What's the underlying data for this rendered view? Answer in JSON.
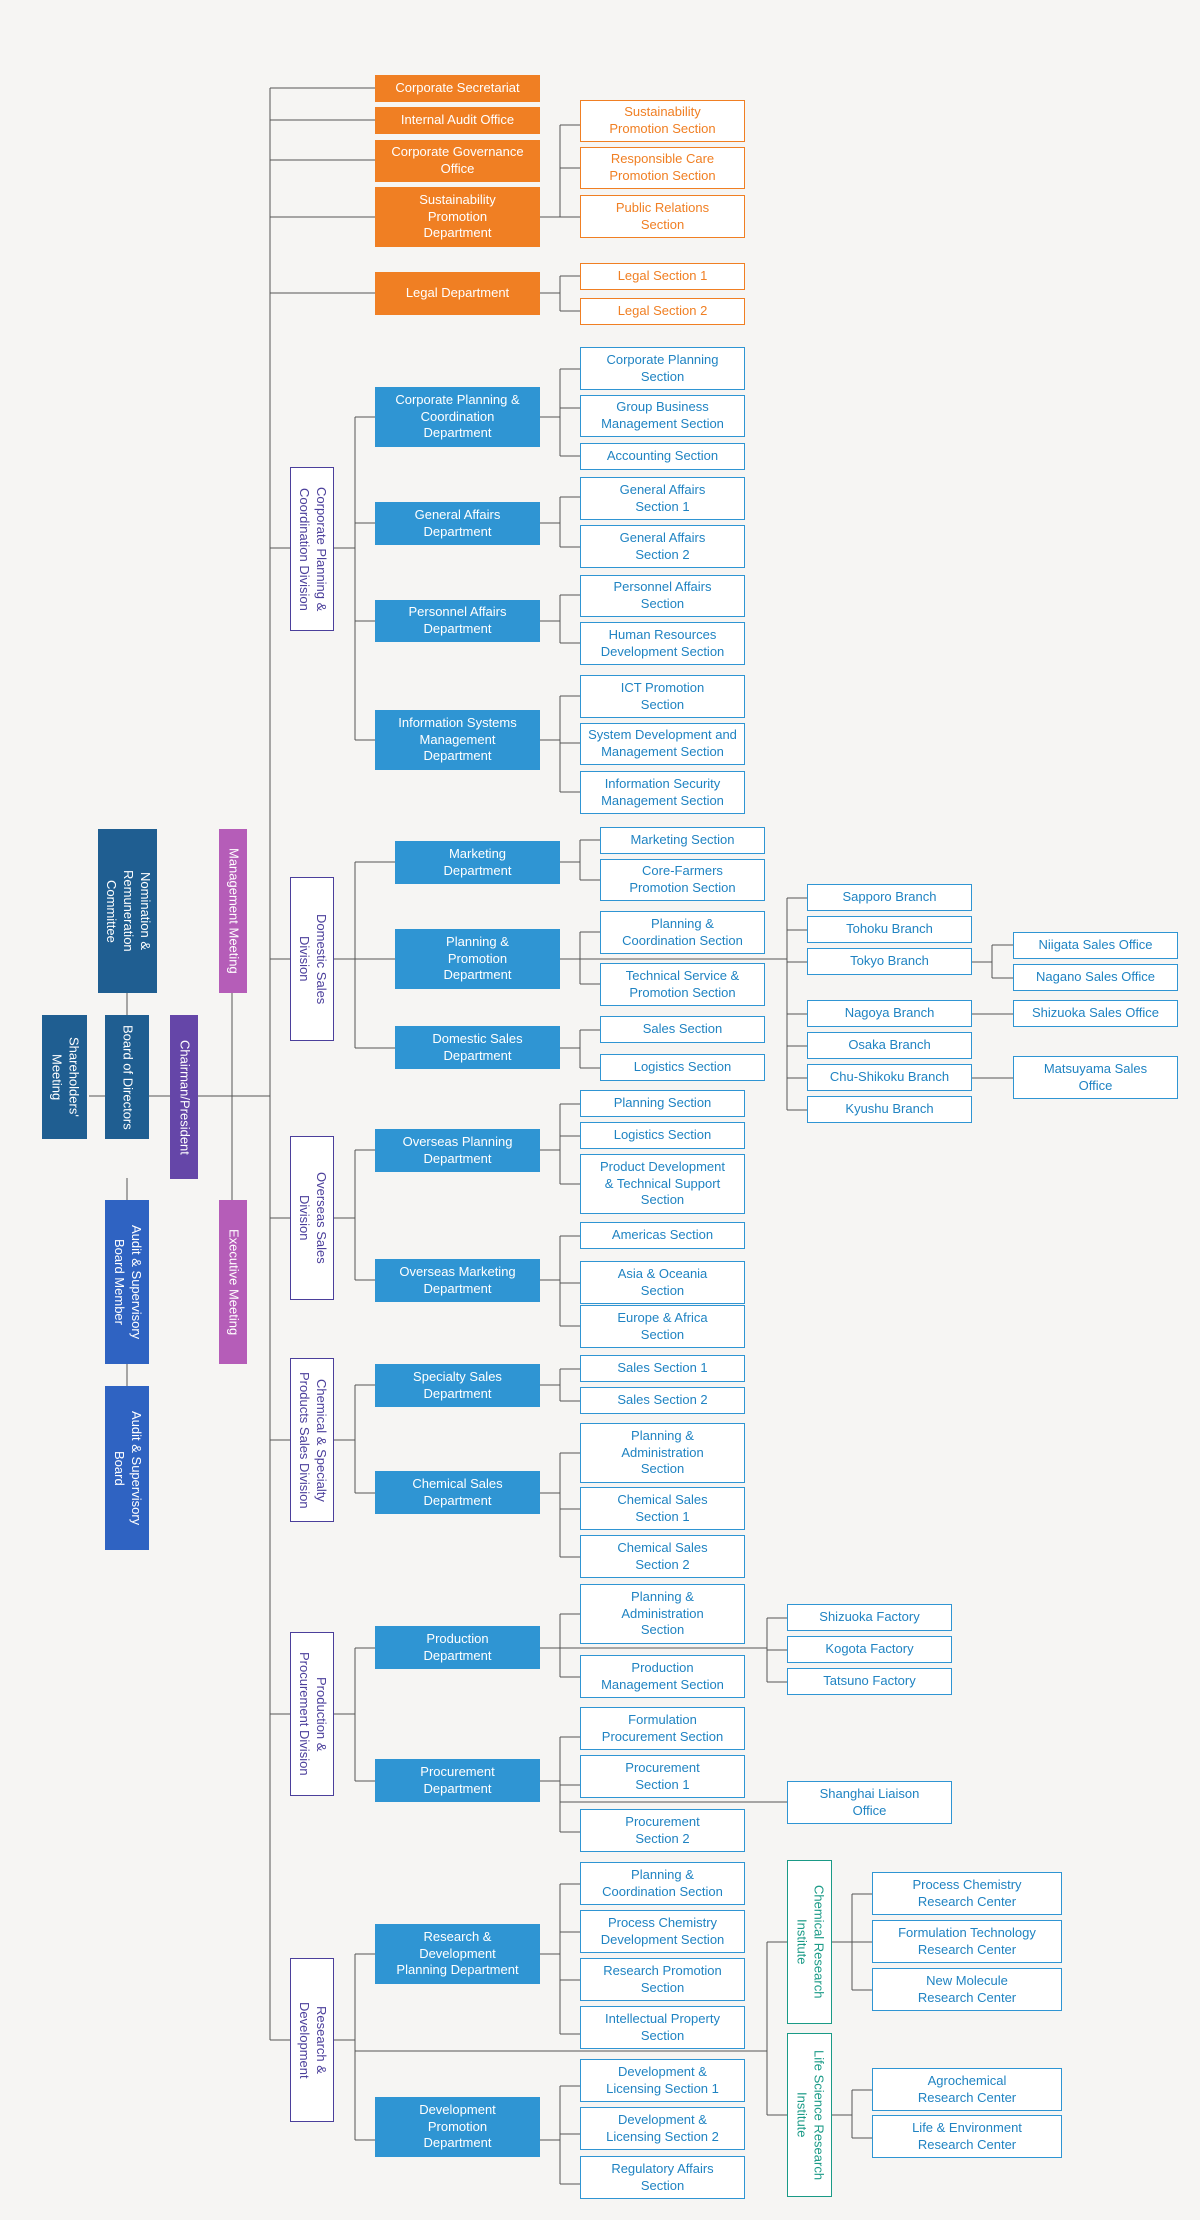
{
  "colors": {
    "orange": "#f07f23",
    "blue": "#2f95d3",
    "navy": "#1f5e91",
    "royal_blue": "#2f63c2",
    "magenta": "#b55db8",
    "violet": "#6546a8",
    "division_outline": "#4b3f9b",
    "research_green": "#1a9a86",
    "line": "#555555"
  },
  "boxes": [
    {
      "id": "shareholders",
      "text": "Shareholders'\nMeeting",
      "style": "fn vt"
    },
    {
      "id": "board-directors",
      "text": "Board of Directors",
      "style": "fn vt"
    },
    {
      "id": "nomination",
      "text": "Nomination &\nRemuneration\nCommittee",
      "style": "fn vt"
    },
    {
      "id": "audit-member",
      "text": "Audit & Supervisory\nBoard Member",
      "style": "fr vt"
    },
    {
      "id": "audit-board",
      "text": "Audit & Supervisory\nBoard",
      "style": "fr vt"
    },
    {
      "id": "chairman",
      "text": "Chairman/President",
      "style": "fv vt"
    },
    {
      "id": "mgmt-meeting",
      "text": "Management Meeting",
      "style": "fp vt"
    },
    {
      "id": "exec-meeting",
      "text": "Executive Meeting",
      "style": "fp vt"
    },
    {
      "id": "corp-sec",
      "text": "Corporate Secretariat",
      "style": "fo"
    },
    {
      "id": "internal-audit",
      "text": "Internal Audit Office",
      "style": "fo"
    },
    {
      "id": "corp-gov",
      "text": "Corporate Governance\nOffice",
      "style": "fo"
    },
    {
      "id": "sust-dept",
      "text": "Sustainability\nPromotion\nDepartment",
      "style": "fo"
    },
    {
      "id": "legal-dept",
      "text": "Legal Department",
      "style": "fo"
    },
    {
      "id": "sust-sec",
      "text": "Sustainability\nPromotion Section",
      "style": "oo"
    },
    {
      "id": "resp-care",
      "text": "Responsible Care\nPromotion Section",
      "style": "oo"
    },
    {
      "id": "pr-sec",
      "text": "Public Relations\nSection",
      "style": "oo"
    },
    {
      "id": "legal-1",
      "text": "Legal Section 1",
      "style": "oo"
    },
    {
      "id": "legal-2",
      "text": "Legal Section 2",
      "style": "oo"
    },
    {
      "id": "div-corp",
      "text": "Corporate Planning &\nCoordination Division",
      "style": "op vt"
    },
    {
      "id": "dept-cpc",
      "text": "Corporate Planning &\nCoordination\nDepartment",
      "style": "fb"
    },
    {
      "id": "dept-ga",
      "text": "General Affairs\nDepartment",
      "style": "fb"
    },
    {
      "id": "dept-pa",
      "text": "Personnel Affairs\nDepartment",
      "style": "fb"
    },
    {
      "id": "dept-ism",
      "text": "Information Systems\nManagement\nDepartment",
      "style": "fb"
    },
    {
      "id": "s-cp",
      "text": "Corporate Planning\nSection",
      "style": "ob"
    },
    {
      "id": "s-gbm",
      "text": "Group Business\nManagement Section",
      "style": "ob"
    },
    {
      "id": "s-acc",
      "text": "Accounting Section",
      "style": "ob"
    },
    {
      "id": "s-ga1",
      "text": "General Affairs\nSection 1",
      "style": "ob"
    },
    {
      "id": "s-ga2",
      "text": "General Affairs\nSection 2",
      "style": "ob"
    },
    {
      "id": "s-pa",
      "text": "Personnel Affairs\nSection",
      "style": "ob"
    },
    {
      "id": "s-hrd",
      "text": "Human Resources\nDevelopment Section",
      "style": "ob"
    },
    {
      "id": "s-ict",
      "text": "ICT Promotion\nSection",
      "style": "ob"
    },
    {
      "id": "s-sdm",
      "text": "System Development and\nManagement Section",
      "style": "ob"
    },
    {
      "id": "s-ism",
      "text": "Information Security\nManagement Section",
      "style": "ob"
    },
    {
      "id": "div-dom",
      "text": "Domestic Sales\nDivision",
      "style": "op vt"
    },
    {
      "id": "dept-mkt",
      "text": "Marketing\nDepartment",
      "style": "fb"
    },
    {
      "id": "dept-ppd",
      "text": "Planning &\nPromotion\nDepartment",
      "style": "fb"
    },
    {
      "id": "dept-dsd",
      "text": "Domestic Sales\nDepartment",
      "style": "fb"
    },
    {
      "id": "s-mkt",
      "text": "Marketing Section",
      "style": "ob"
    },
    {
      "id": "s-cfp",
      "text": "Core-Farmers\nPromotion Section",
      "style": "ob"
    },
    {
      "id": "s-pcs",
      "text": "Planning &\nCoordination Section",
      "style": "ob"
    },
    {
      "id": "s-tsp",
      "text": "Technical Service &\nPromotion Section",
      "style": "ob"
    },
    {
      "id": "s-sales",
      "text": "Sales Section",
      "style": "ob"
    },
    {
      "id": "s-log",
      "text": "Logistics Section",
      "style": "ob"
    },
    {
      "id": "br-sapporo",
      "text": "Sapporo Branch",
      "style": "ob"
    },
    {
      "id": "br-tohoku",
      "text": "Tohoku Branch",
      "style": "ob"
    },
    {
      "id": "br-tokyo",
      "text": "Tokyo Branch",
      "style": "ob"
    },
    {
      "id": "br-nagoya",
      "text": "Nagoya Branch",
      "style": "ob"
    },
    {
      "id": "br-osaka",
      "text": "Osaka Branch",
      "style": "ob"
    },
    {
      "id": "br-chushikoku",
      "text": "Chu-Shikoku Branch",
      "style": "ob"
    },
    {
      "id": "br-kyushu",
      "text": "Kyushu Branch",
      "style": "ob"
    },
    {
      "id": "so-niigata",
      "text": "Niigata Sales Office",
      "style": "ob"
    },
    {
      "id": "so-nagano",
      "text": "Nagano Sales Office",
      "style": "ob"
    },
    {
      "id": "so-shizuoka",
      "text": "Shizuoka Sales Office",
      "style": "ob"
    },
    {
      "id": "so-matsuyama",
      "text": "Matsuyama Sales\nOffice",
      "style": "ob"
    },
    {
      "id": "div-ovs",
      "text": "Overseas Sales\nDivision",
      "style": "op vt"
    },
    {
      "id": "dept-opd",
      "text": "Overseas Planning\nDepartment",
      "style": "fb"
    },
    {
      "id": "dept-omd",
      "text": "Overseas Marketing\nDepartment",
      "style": "fb"
    },
    {
      "id": "s-ps",
      "text": "Planning Section",
      "style": "ob"
    },
    {
      "id": "s-ls",
      "text": "Logistics Section",
      "style": "ob"
    },
    {
      "id": "s-pdts",
      "text": "Product Development\n& Technical Support\nSection",
      "style": "ob"
    },
    {
      "id": "s-am",
      "text": "Americas Section",
      "style": "ob"
    },
    {
      "id": "s-ao",
      "text": "Asia & Oceania\nSection",
      "style": "ob"
    },
    {
      "id": "s-ea",
      "text": "Europe & Africa\nSection",
      "style": "ob"
    },
    {
      "id": "div-chem",
      "text": "Chemical & Specialty\nProducts Sales Division",
      "style": "op vt"
    },
    {
      "id": "dept-ssd",
      "text": "Specialty Sales\nDepartment",
      "style": "fb"
    },
    {
      "id": "dept-csd",
      "text": "Chemical Sales\nDepartment",
      "style": "fb"
    },
    {
      "id": "s-ss1",
      "text": "Sales Section 1",
      "style": "ob"
    },
    {
      "id": "s-ss2",
      "text": "Sales Section 2",
      "style": "ob"
    },
    {
      "id": "s-pas",
      "text": "Planning &\nAdministration\nSection",
      "style": "ob"
    },
    {
      "id": "s-cs1",
      "text": "Chemical Sales\nSection 1",
      "style": "ob"
    },
    {
      "id": "s-cs2",
      "text": "Chemical Sales\nSection 2",
      "style": "ob"
    },
    {
      "id": "div-prod",
      "text": "Production &\nProcurement Division",
      "style": "op vt"
    },
    {
      "id": "dept-prod",
      "text": "Production\nDepartment",
      "style": "fb"
    },
    {
      "id": "dept-proc",
      "text": "Procurement\nDepartment",
      "style": "fb"
    },
    {
      "id": "s-pas2",
      "text": "Planning &\nAdministration\nSection",
      "style": "ob"
    },
    {
      "id": "s-pm",
      "text": "Production\nManagement Section",
      "style": "ob"
    },
    {
      "id": "f-shizuoka",
      "text": "Shizuoka Factory",
      "style": "ob"
    },
    {
      "id": "f-kogota",
      "text": "Kogota Factory",
      "style": "ob"
    },
    {
      "id": "f-tatsuno",
      "text": "Tatsuno Factory",
      "style": "ob"
    },
    {
      "id": "s-fps",
      "text": "Formulation\nProcurement Section",
      "style": "ob"
    },
    {
      "id": "s-p1",
      "text": "Procurement\nSection 1",
      "style": "ob"
    },
    {
      "id": "s-p2",
      "text": "Procurement\nSection 2",
      "style": "ob"
    },
    {
      "id": "o-shanghai",
      "text": "Shanghai Liaison\nOffice",
      "style": "ob"
    },
    {
      "id": "div-rd",
      "text": "Research &\nDevelopment",
      "style": "op vt"
    },
    {
      "id": "dept-rdp",
      "text": "Research &\nDevelopment\nPlanning Department",
      "style": "fb"
    },
    {
      "id": "dept-dpd",
      "text": "Development\nPromotion\nDepartment",
      "style": "fb"
    },
    {
      "id": "s-pcs2",
      "text": "Planning &\nCoordination Section",
      "style": "ob"
    },
    {
      "id": "s-pcd",
      "text": "Process Chemistry\nDevelopment Section",
      "style": "ob"
    },
    {
      "id": "s-rp",
      "text": "Research Promotion\nSection",
      "style": "ob"
    },
    {
      "id": "s-ip",
      "text": "Intellectual Property\nSection",
      "style": "ob"
    },
    {
      "id": "s-dl1",
      "text": "Development &\nLicensing Section 1",
      "style": "ob"
    },
    {
      "id": "s-dl2",
      "text": "Development &\nLicensing Section 2",
      "style": "ob"
    },
    {
      "id": "s-ra",
      "text": "Regulatory Affairs\nSection",
      "style": "ob"
    },
    {
      "id": "inst-chem",
      "text": "Chemical Research\nInstitute",
      "style": "og vt"
    },
    {
      "id": "inst-life",
      "text": "Life Science Research\nInstitute",
      "style": "og vt"
    },
    {
      "id": "rc-pc",
      "text": "Process Chemistry\nResearch Center",
      "style": "ob"
    },
    {
      "id": "rc-ft",
      "text": "Formulation Technology\nResearch Center",
      "style": "ob"
    },
    {
      "id": "rc-nm",
      "text": "New Molecule\nResearch Center",
      "style": "ob"
    },
    {
      "id": "rc-ag",
      "text": "Agrochemical\nResearch Center",
      "style": "ob"
    },
    {
      "id": "rc-le",
      "text": "Life & Environment\nResearch Center",
      "style": "ob"
    }
  ]
}
